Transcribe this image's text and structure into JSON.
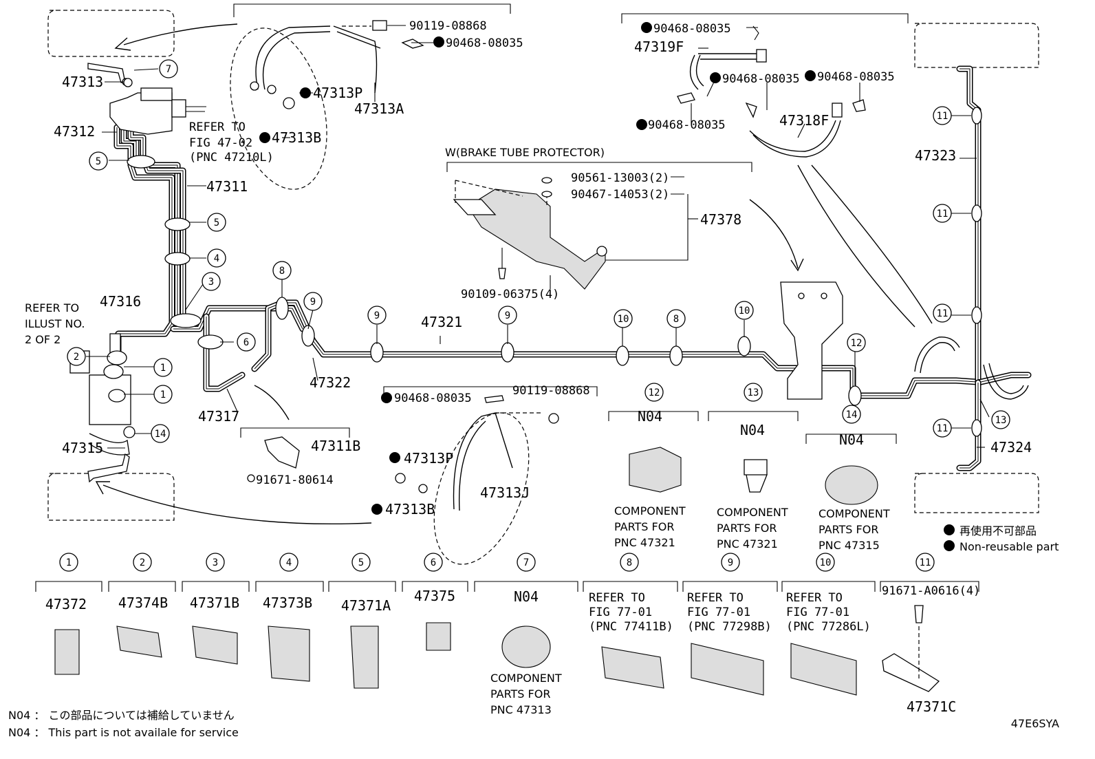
{
  "diagram_id": "47E6SYA",
  "part_labels": {
    "p47313": "47313",
    "p47312": "47312",
    "p47311": "47311",
    "p47316": "47316",
    "p47315": "47315",
    "p47317": "47317",
    "p47322": "47322",
    "p47321": "47321",
    "p47323": "47323",
    "p47324": "47324",
    "p47378": "47378",
    "p47313A": "47313A",
    "p47313P_top": "47313P",
    "p47313B_top": "47313B",
    "p47319F": "47319F",
    "p47318F": "47318F",
    "p47311B": "47311B",
    "p47313J": "47313J",
    "p47313P_bot": "47313P",
    "p47313B_bot": "47313B",
    "b90119_top": "90119-08868",
    "b90468_a": "90468-08035",
    "b90468_b": "90468-08035",
    "b90468_c": "90468-08035",
    "b90468_d": "90468-08035",
    "b90468_e": "90468-08035",
    "b90468_f": "90468-08035",
    "b90561": "90561-13003(2)",
    "b90467": "90467-14053(2)",
    "b90109": "90109-06375(4)",
    "b90119_bot": "90119-08868",
    "b91671": "91671-80614"
  },
  "notes": {
    "refer_fig_line1": "REFER TO",
    "refer_fig_line2": "FIG 47-02",
    "refer_fig_line3": "(PNC 47210L)",
    "refer_illust_line1": "REFER TO",
    "refer_illust_line2": "ILLUST NO.",
    "refer_illust_line3": "2 OF 2",
    "protector": "W(BRAKE TUBE PROTECTOR)"
  },
  "n04_boxes": [
    {
      "num": "12",
      "code": "N04",
      "l1": "COMPONENT",
      "l2": "PARTS FOR",
      "l3": "PNC 47321"
    },
    {
      "num": "13",
      "code": "N04",
      "l1": "COMPONENT",
      "l2": "PARTS FOR",
      "l3": "PNC 47321"
    },
    {
      "num": "14",
      "code": "N04",
      "l1": "COMPONENT",
      "l2": "PARTS FOR",
      "l3": "PNC 47315"
    }
  ],
  "legend": {
    "jp": "再使用不可部品",
    "en": "Non-reusable part"
  },
  "clamp_legend": [
    {
      "num": "1",
      "part": "47372"
    },
    {
      "num": "2",
      "part": "47374B"
    },
    {
      "num": "3",
      "part": "47371B"
    },
    {
      "num": "4",
      "part": "47373B"
    },
    {
      "num": "5",
      "part": "47371A"
    },
    {
      "num": "6",
      "part": "47375"
    },
    {
      "num": "7",
      "part": "N04",
      "l1": "COMPONENT",
      "l2": "PARTS FOR",
      "l3": "PNC 47313"
    },
    {
      "num": "8",
      "l1": "REFER TO",
      "l2": "FIG 77-01",
      "l3": "(PNC 77411B)"
    },
    {
      "num": "9",
      "l1": "REFER TO",
      "l2": "FIG 77-01",
      "l3": "(PNC 77298B)"
    },
    {
      "num": "10",
      "l1": "REFER TO",
      "l2": "FIG 77-01",
      "l3": "(PNC 77286L)"
    },
    {
      "num": "11",
      "part": "91671-A0616(4)",
      "sub": "47371C"
    }
  ],
  "circle_callouts": [
    "7",
    "5",
    "5",
    "4",
    "3",
    "8",
    "9",
    "6",
    "2",
    "1",
    "1",
    "14",
    "9",
    "9",
    "10",
    "8",
    "10",
    "12",
    "11",
    "11",
    "11",
    "11",
    "13",
    "12",
    "13",
    "14"
  ],
  "footer": {
    "n04_jp": "N04 ： この部品については補給していません",
    "n04_en": "N04 ：  This part is not availale for service"
  }
}
